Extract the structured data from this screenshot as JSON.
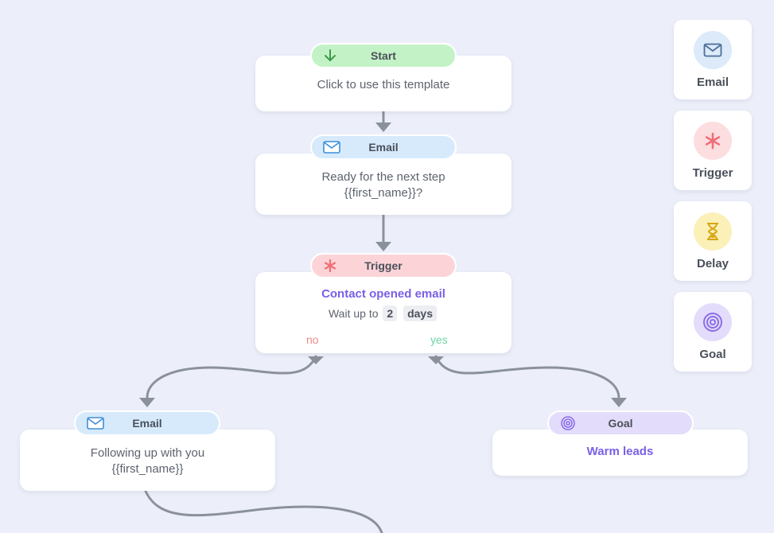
{
  "colors": {
    "background": "#eceff9",
    "card": "#ffffff",
    "connector": "#8b919b",
    "start_pill": "#c4f2c7",
    "email_pill": "#d6eafc",
    "trigger_pill": "#fcd4d8",
    "goal_pill": "#e4dcfb",
    "accent_purple": "#7a5fe6",
    "no_red": "#ef8b8b",
    "yes_green": "#6fd6a4"
  },
  "nodes": {
    "start": {
      "pill_label": "Start",
      "icon": "arrow-down-icon",
      "text": "Click to use this template"
    },
    "email1": {
      "pill_label": "Email",
      "icon": "envelope-icon",
      "line1": "Ready for the next step",
      "line2": "{{first_name}}?"
    },
    "trigger": {
      "pill_label": "Trigger",
      "icon": "asterisk-icon",
      "title": "Contact opened email",
      "wait_prefix": "Wait up to",
      "wait_value": "2",
      "wait_unit": "days",
      "branch_no": "no",
      "branch_yes": "yes"
    },
    "email2": {
      "pill_label": "Email",
      "icon": "envelope-icon",
      "line1": "Following up with you",
      "line2": "{{first_name}}"
    },
    "goal": {
      "pill_label": "Goal",
      "icon": "target-icon",
      "text": "Warm leads"
    }
  },
  "palette": {
    "items": [
      {
        "label": "Email",
        "icon": "envelope-icon",
        "color": "#dceaf9"
      },
      {
        "label": "Trigger",
        "icon": "asterisk-icon",
        "color": "#fcdde0"
      },
      {
        "label": "Delay",
        "icon": "hourglass-icon",
        "color": "#fbf0b8"
      },
      {
        "label": "Goal",
        "icon": "target-icon",
        "color": "#e4dcfb"
      }
    ]
  }
}
